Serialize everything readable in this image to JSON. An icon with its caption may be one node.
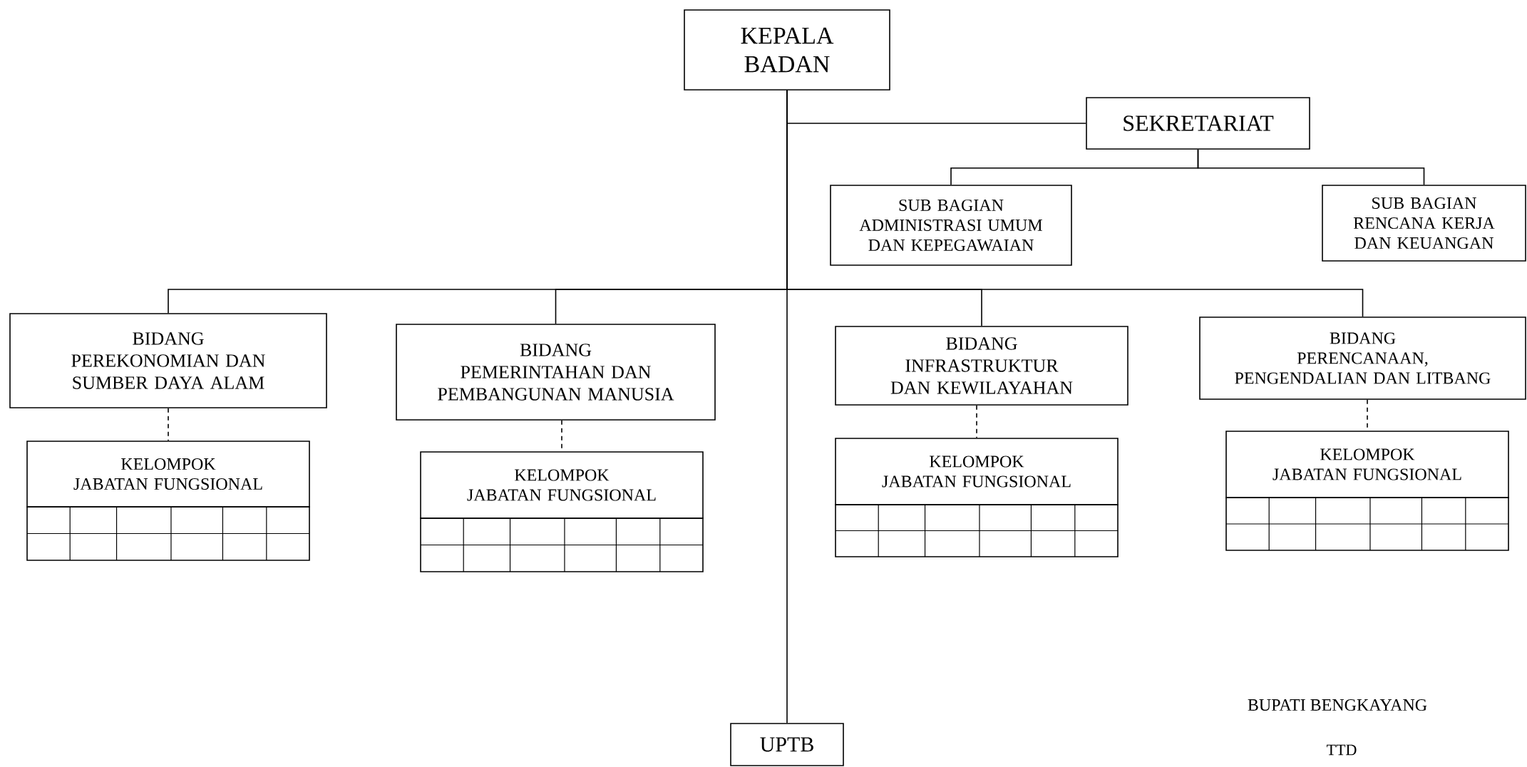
{
  "diagram": {
    "nodes": [
      {
        "text": [
          "KEPALA BADAN"
        ]
      },
      {
        "text": [
          "SEKRETARIAT"
        ]
      },
      {
        "text": [
          "SUB BAGIAN",
          "ADMINISTRASI UMUM DAN KEPEGAWAIAN"
        ]
      },
      {
        "text": [
          "SUB BAGIAN",
          "RENCANA KERJA DAN KEUANGAN"
        ]
      },
      {
        "text": [
          "BIDANG",
          "PEREKONOMIAN DAN SUMBER DAYA ALAM"
        ]
      },
      {
        "text": [
          "KELOMPOK",
          "JABATAN FUNGSIONAL"
        ]
      },
      {
        "text": [
          "BIDANG",
          "PEMERINTAHAN DAN PEMBANGUNAN MANUSIA"
        ]
      },
      {
        "text": [
          "KELOMPOK",
          "JABATAN FUNGSIONAL"
        ]
      },
      {
        "text": [
          "BIDANG",
          "INFRASTRUKTUR DAN KEWILAYAHAN"
        ]
      },
      {
        "text": [
          "KELOMPOK",
          "JABATAN FUNGSIONAL"
        ]
      },
      {
        "text": [
          "BIDANG",
          "PERENCANAAN, PENGENDALIAN DAN LITBANG"
        ]
      },
      {
        "text": [
          "KELOMPOK",
          "JABATAN FUNGSIONAL"
        ]
      },
      {
        "text": [
          "UPTB"
        ]
      }
    ],
    "edges": [
      {
        "from": 0,
        "to": 1,
        "arrow": "none"
      },
      {
        "from": 1,
        "to": 2,
        "arrow": "none"
      },
      {
        "from": 1,
        "to": 3,
        "arrow": "none"
      },
      {
        "from": 0,
        "to": 4,
        "arrow": "none"
      },
      {
        "from": 0,
        "to": 6,
        "arrow": "none"
      },
      {
        "from": 0,
        "to": 8,
        "arrow": "none"
      },
      {
        "from": 0,
        "to": 10,
        "arrow": "none"
      },
      {
        "from": 4,
        "to": 5,
        "arrow": "none",
        "style": "dashed"
      },
      {
        "from": 6,
        "to": 7,
        "arrow": "none",
        "style": "dashed"
      },
      {
        "from": 8,
        "to": 9,
        "arrow": "none",
        "style": "dashed"
      },
      {
        "from": 10,
        "to": 11,
        "arrow": "none",
        "style": "dashed"
      },
      {
        "from": 0,
        "to": 12,
        "arrow": "none"
      }
    ],
    "labels": [
      "BUPATI BENGKAYANG",
      "TTD"
    ]
  }
}
